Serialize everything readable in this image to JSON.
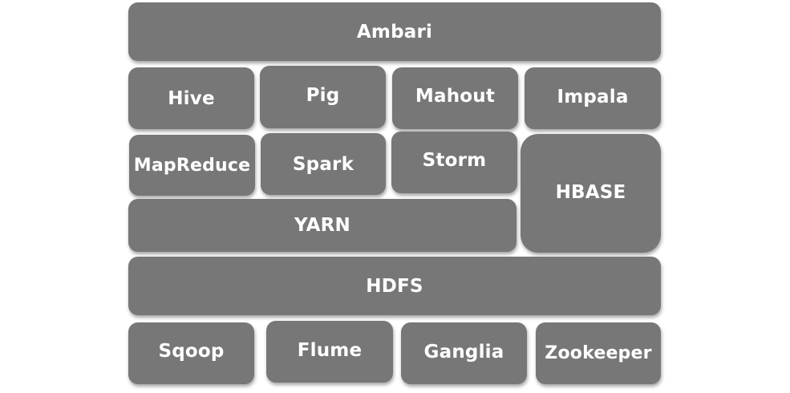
{
  "diagram": {
    "management": {
      "ambari": "Ambari"
    },
    "processing_tools": {
      "hive": "Hive",
      "pig": "Pig",
      "mahout": "Mahout",
      "impala": "Impala"
    },
    "engines": {
      "mapreduce": "MapReduce",
      "spark": "Spark",
      "storm": "Storm"
    },
    "resource_manager": {
      "yarn": "YARN"
    },
    "database": {
      "hbase": "HBASE"
    },
    "storage": {
      "hdfs": "HDFS"
    },
    "services": {
      "sqoop": "Sqoop",
      "flume": "Flume",
      "ganglia": "Ganglia",
      "zookeeper": "Zookeeper"
    }
  }
}
